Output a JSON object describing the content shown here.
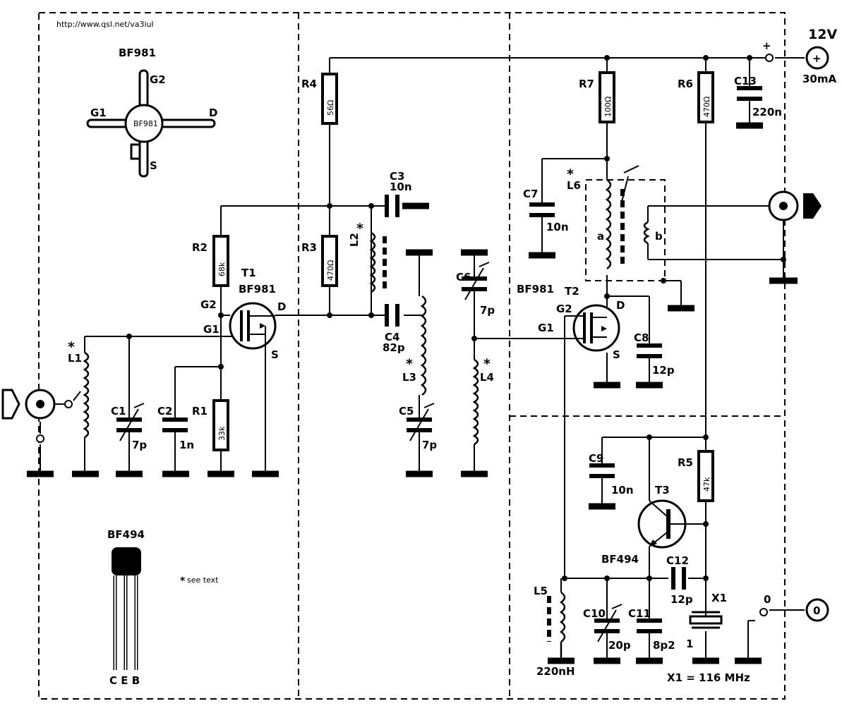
{
  "url": "http://www.qsl.net/va3iul",
  "supply": {
    "voltage": "12V",
    "current": "30mA",
    "plus": "+",
    "zero": "0",
    "plus_terminal": "+",
    "zero_terminal": "0"
  },
  "note": "see text",
  "bf981_pinout": {
    "title": "BF981",
    "g1": "G1",
    "g2": "G2",
    "d": "D",
    "s": "S",
    "marking": "BF981"
  },
  "bf494_pinout": {
    "title": "BF494",
    "pins": "C E B"
  },
  "transistors": {
    "t1": {
      "name": "T1",
      "type": "BF981",
      "g1": "G1",
      "g2": "G2",
      "d": "D",
      "s": "S"
    },
    "t2": {
      "name": "T2",
      "type": "BF981",
      "g1": "G1",
      "g2": "G2",
      "d": "D",
      "s": "S"
    },
    "t3": {
      "name": "T3",
      "type": "BF494"
    }
  },
  "resistors": {
    "r1": {
      "name": "R1",
      "value": "33k"
    },
    "r2": {
      "name": "R2",
      "value": "68k"
    },
    "r3": {
      "name": "R3",
      "value": "470Ω"
    },
    "r4": {
      "name": "R4",
      "value": "56Ω"
    },
    "r5": {
      "name": "R5",
      "value": "47k"
    },
    "r6": {
      "name": "R6",
      "value": "470Ω"
    },
    "r7": {
      "name": "R7",
      "value": "100Ω"
    }
  },
  "capacitors": {
    "c1": {
      "name": "C1",
      "value": "7p"
    },
    "c2": {
      "name": "C2",
      "value": "1n"
    },
    "c3": {
      "name": "C3",
      "value": "10n"
    },
    "c4": {
      "name": "C4",
      "value": "82p"
    },
    "c5": {
      "name": "C5",
      "value": "7p"
    },
    "c6": {
      "name": "C6",
      "value": "7p"
    },
    "c7": {
      "name": "C7",
      "value": "10n"
    },
    "c8": {
      "name": "C8",
      "value": "12p"
    },
    "c9": {
      "name": "C9",
      "value": "10n"
    },
    "c10": {
      "name": "C10",
      "value": "20p"
    },
    "c11": {
      "name": "C11",
      "value": "8p2"
    },
    "c12": {
      "name": "C12",
      "value": "12p"
    },
    "c13": {
      "name": "C13",
      "value": "220n"
    }
  },
  "inductors": {
    "l1": {
      "name": "L1"
    },
    "l2": {
      "name": "L2"
    },
    "l3": {
      "name": "L3"
    },
    "l4": {
      "name": "L4"
    },
    "l5": {
      "name": "L5",
      "value": "220nH"
    },
    "l6": {
      "name": "L6",
      "a": "a",
      "b": "b"
    }
  },
  "crystal": {
    "name": "X1",
    "pin": "1",
    "spec": "X1 = 116 MHz"
  }
}
